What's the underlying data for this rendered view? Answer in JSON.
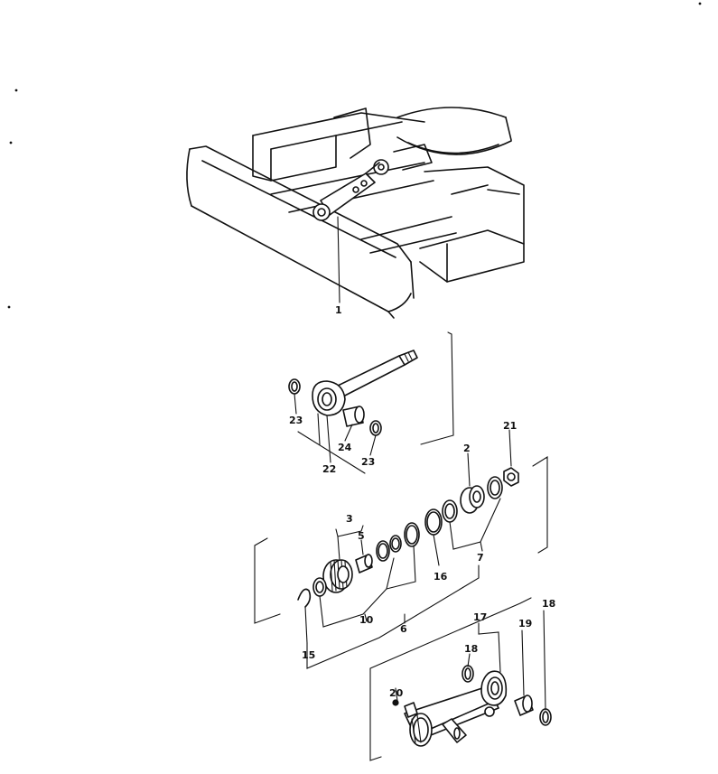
{
  "callouts": {
    "c1": "1",
    "c2": "2",
    "c3": "3",
    "c5": "5",
    "c6": "6",
    "c7": "7",
    "c10": "10",
    "c15": "15",
    "c16": "16",
    "c17": "17",
    "c18a": "18",
    "c18b": "18",
    "c19": "19",
    "c20": "20",
    "c21": "21",
    "c22": "22",
    "c23a": "23",
    "c23b": "23",
    "c24": "24"
  }
}
